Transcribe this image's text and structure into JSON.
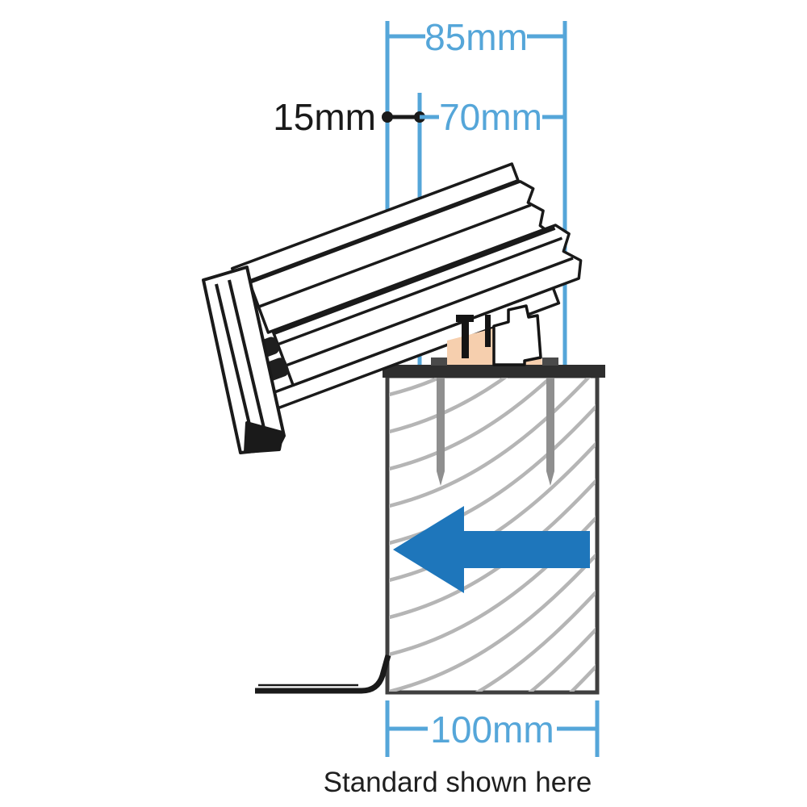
{
  "dimensions": {
    "top": "85mm",
    "left_offset": "15mm",
    "inner": "70mm",
    "base": "100mm"
  },
  "caption": "Standard shown here",
  "colors": {
    "dimension_blue": "#55a6d9",
    "arrow_blue": "#1e76bb",
    "wood_grain_gray": "#b5b5b5",
    "screw_gray": "#8f8f8f",
    "outline_black": "#1a1a1a",
    "bracket_gasket_peach": "#f6cfae",
    "kerb_plate_dark": "#2e2e2e",
    "background": "#ffffff"
  },
  "icons": {
    "arrow": "left-arrow-icon"
  }
}
